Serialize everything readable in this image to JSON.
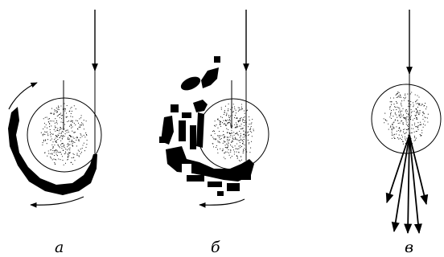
{
  "panels": [
    {
      "id": "a",
      "label": "а",
      "description_icon": "beam-scattered-left-icon"
    },
    {
      "id": "b",
      "label": "б",
      "description_icon": "beam-scattered-fragments-icon"
    },
    {
      "id": "c",
      "label": "в",
      "description_icon": "beam-fanning-downward-icon"
    }
  ],
  "colors": {
    "ink": "#000000",
    "background": "#ffffff"
  }
}
